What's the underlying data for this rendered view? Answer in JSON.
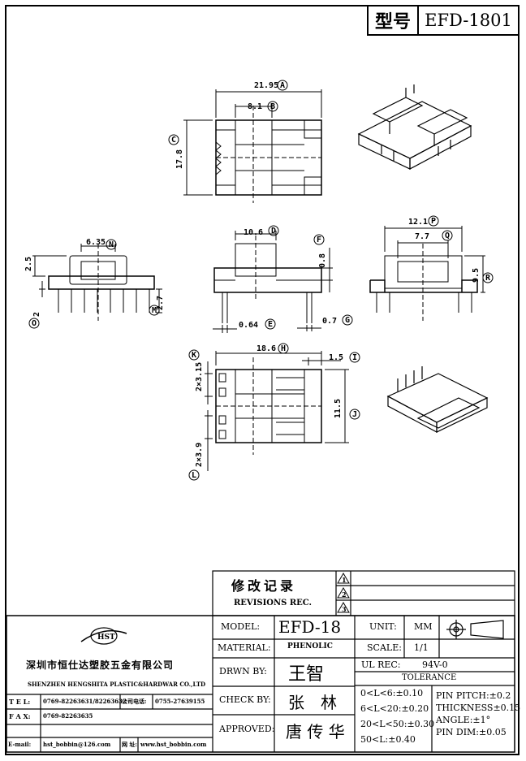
{
  "header": {
    "model_label": "型号",
    "model_value": "EFD-1801"
  },
  "dims": {
    "A": "21.95",
    "B": "8.1",
    "C": "17.8",
    "N": "6.35",
    "D": "10.6",
    "F_top": "0.8",
    "P": "12.1",
    "Q": "7.7",
    "h_left": "2.5",
    "pin_o": "2",
    "h_m": "2.7",
    "E": "0.64",
    "G": "0.7",
    "R": "9.5",
    "H": "18.6",
    "I": "1.5",
    "J": "11.5",
    "K": "2×3.15",
    "L": "2×3.9",
    "marks": {
      "A": "A",
      "B": "B",
      "C": "C",
      "D": "D",
      "E": "E",
      "F": "F",
      "G": "G",
      "H": "H",
      "I": "I",
      "J": "J",
      "K": "K",
      "L": "L",
      "M": "M",
      "N": "N",
      "O": "O",
      "P": "P",
      "Q": "Q",
      "R": "R"
    }
  },
  "revisions": {
    "title": "修改记录",
    "subtitle": "REVISIONS REC.",
    "marks": [
      "1",
      "2",
      "3"
    ]
  },
  "title_block": {
    "model_label": "MODEL:",
    "model_value": "EFD-18",
    "unit_label": "UNIT:",
    "unit_value": "MM",
    "material_label": "MATERIAL:",
    "material_value": "PHENOLIC",
    "scale_label": "SCALE:",
    "scale_value": "1/1",
    "drawn_label": "DRWN BY:",
    "drawn_value": "王智",
    "ul_label": "UL REC:",
    "ul_value": "94V-0",
    "tolerance_label": "TOLERANCE",
    "check_label": "CHECK BY:",
    "check_value": "张　林",
    "approved_label": "APPROVED:",
    "approved_value": "唐 传 华",
    "tol_left": [
      "0<L<6:±0.10",
      "6<L<20:±0.20",
      "20<L<50:±0.30",
      "50<L:±0.40"
    ],
    "tol_right": [
      "PIN PITCH:±0.2",
      "THICKNESS±0.15",
      "ANGLE:±1°",
      "PIN DIM:±0.05"
    ]
  },
  "company": {
    "logo": "HST",
    "name_cn": "深圳市恒仕达塑胶五金有限公司",
    "name_en": "SHENZHEN HENGSHITA PLASTIC&HARDWAR CO.,LTD",
    "tel_label": "T E L:",
    "tel_value": "0769-82263631/82263632",
    "company_tel_label": "公司电话:",
    "company_tel_value": "0755-27639155",
    "fax_label": "F A X:",
    "fax_value": "0769-82263635",
    "email_label": "E-mail:",
    "email_value": "hst_bobbin@126.com",
    "web_label": "网 址:",
    "web_value": "www.hst_bobbin.com"
  }
}
